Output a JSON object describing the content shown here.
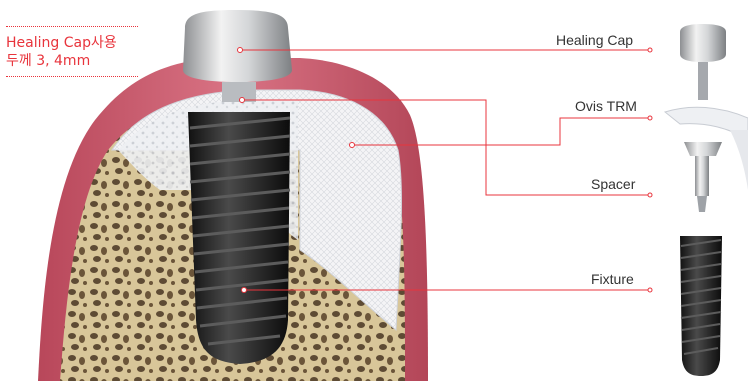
{
  "note": {
    "line1": "Healing Cap사용",
    "line2": "두께 3, 4mm"
  },
  "callouts": [
    {
      "id": "healing-cap",
      "label": "Healing Cap"
    },
    {
      "id": "ovis-trm",
      "label": "Ovis TRM"
    },
    {
      "id": "spacer",
      "label": "Spacer"
    },
    {
      "id": "fixture",
      "label": "Fixture"
    }
  ],
  "colors": {
    "accent": "#e8343c",
    "gum": "#c45566",
    "bone": "#eadcb8",
    "implant": "#2a2a2a"
  }
}
